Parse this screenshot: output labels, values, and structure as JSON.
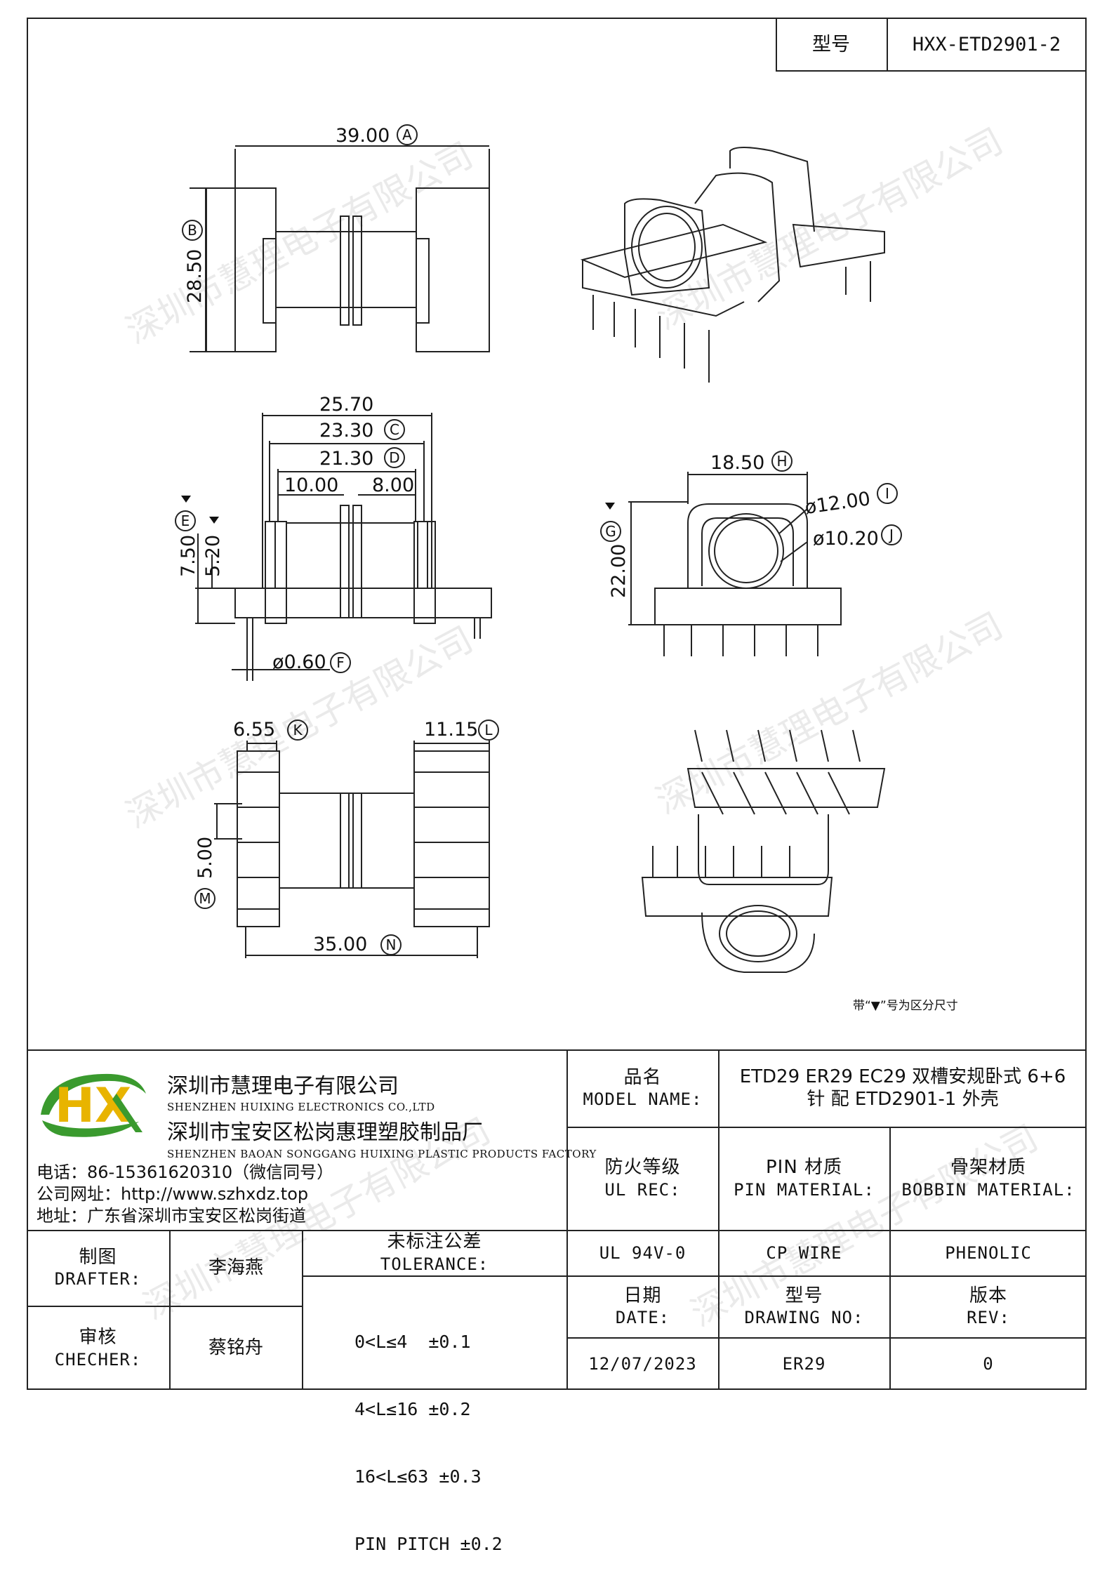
{
  "header": {
    "model_label": "型号",
    "model_value": "HXX-ETD2901-2"
  },
  "drawing": {
    "dimensions": {
      "A": "39.00",
      "B": "28.50",
      "overall_width": "25.70",
      "C": "23.30",
      "D": "21.30",
      "slot_left": "10.00",
      "slot_right": "8.00",
      "E": "7.50",
      "e2": "5.20",
      "F": "ø0.60",
      "H": "18.50",
      "G": "22.00",
      "I": "ø12.00",
      "J": "ø10.20",
      "K": "6.55",
      "L": "11.15",
      "M": "5.00",
      "N": "35.00"
    },
    "letters": {
      "A": "A",
      "B": "B",
      "C": "C",
      "D": "D",
      "E": "E",
      "F": "F",
      "G": "G",
      "H": "H",
      "I": "I",
      "J": "J",
      "K": "K",
      "L": "L",
      "M": "M",
      "N": "N"
    },
    "note": "带“▼”号为区分尺寸"
  },
  "watermark": "深圳市慧理电子有限公司",
  "company": {
    "logo_text": "HX",
    "name_cn": "深圳市慧理电子有限公司",
    "name_en": "SHENZHEN HUIXING ELECTRONICS CO.,LTD",
    "factory_cn": "深圳市宝安区松岗惠理塑胶制品厂",
    "factory_en": "SHENZHEN BAOAN SONGGANG HUIXING PLASTIC PRODUCTS FACTORY",
    "phone": "电话：86-15361620310（微信同号）",
    "website": "公司网址：http://www.szhxdz.top",
    "address": "地址：广东省深圳市宝安区松岗街道"
  },
  "titleblock": {
    "model_name_cn": "品名",
    "model_name_en": "MODEL NAME:",
    "model_name_value_1": "ETD29 ER29 EC29 双槽安规卧式 6+6",
    "model_name_value_2": "针 配 ETD2901-1 外壳",
    "ul_cn": "防火等级",
    "ul_en": "UL REC:",
    "pin_cn": "PIN 材质",
    "pin_en": "PIN MATERIAL:",
    "bobbin_cn": "骨架材质",
    "bobbin_en": "BOBBIN MATERIAL:",
    "ul_value": "UL 94V-0",
    "pin_value": "CP WIRE",
    "bobbin_value": "PHENOLIC",
    "date_cn": "日期",
    "date_en": "DATE:",
    "drawing_no_cn": "型号",
    "drawing_no_en": "DRAWING NO:",
    "rev_cn": "版本",
    "rev_en": "REV:",
    "date_value": "12/07/2023",
    "drawing_no_value": "ER29",
    "rev_value": "0",
    "drafter_cn": "制图",
    "drafter_en": "DRAFTER:",
    "drafter_value": "李海燕",
    "checker_cn": "审核",
    "checker_en": "CHECHER:",
    "checker_value": "蔡铭舟",
    "tolerance_cn": "未标注公差",
    "tolerance_en": "TOLERANCE:",
    "tolerance_lines": [
      "0<L≤4  ±0.1",
      "4<L≤16 ±0.2",
      "16<L≤63 ±0.3",
      "PIN PITCH ±0.2"
    ]
  },
  "colors": {
    "line": "#222222",
    "logo_green": "#3a9a2e",
    "logo_yellow": "#e8b400"
  }
}
